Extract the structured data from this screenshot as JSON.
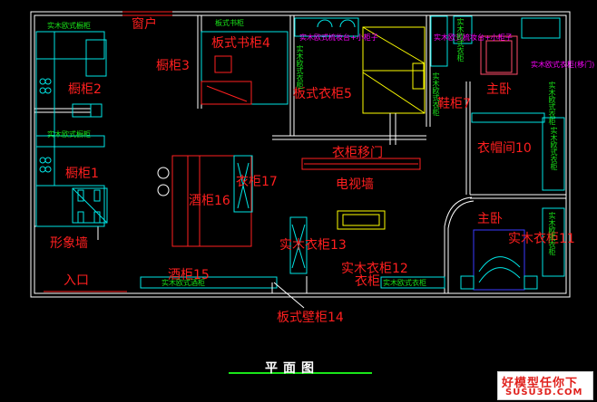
{
  "labels": {
    "window": "窗户",
    "cabinet2": "橱柜2",
    "cabinet3": "橱柜3",
    "cabinet1": "橱柜1",
    "bookcase4": "板式书柜4",
    "wardrobe5": "板式衣柜5",
    "shoe7": "鞋柜7",
    "master1": "主卧",
    "closet10": "衣帽间10",
    "sliding": "衣柜移门",
    "tvwall": "电视墙",
    "wine16": "酒柜16",
    "c17": "衣柜17",
    "master2": "主卧",
    "solid11": "实木衣柜11",
    "image_wall": "形象墙",
    "solid13": "实木衣柜13",
    "solid12": "实木衣柜12",
    "wardrobe_word": "衣柜",
    "entrance": "入口",
    "wine15": "酒柜15",
    "wall14": "板式壁柜14"
  },
  "green_labels": {
    "kitchen_top": "实木欧式橱柜",
    "bookcase_top": "板式书柜",
    "kitchen_mid": "实木欧式橱柜",
    "desk1": "实木欧式梳妆台+小柜子",
    "desk2": "实木欧式梳妆台+小柜子",
    "master_door": "实木欧式衣柜(移门)",
    "bottom1": "实木欧式酒柜",
    "bottom2": "实木欧式衣柜"
  },
  "vertical_green_labels": {
    "v1": "实木欧式衣柜",
    "v2": "实木欧式衣柜",
    "v3": "实木欧式衣柜",
    "v4": "实木欧式衣柜",
    "v5": "实木欧式衣柜",
    "v6": "实木欧式衣柜"
  },
  "title": "平面图",
  "watermark": {
    "line1": "好模型任你下",
    "line2": "SUSU3D.COM"
  },
  "colors": {
    "background": "#000000",
    "wall": "#ffffff",
    "label_red": "#ff1f1f",
    "label_green": "#19e619",
    "furniture_cyan": "#00e5e5",
    "accent_yellow": "#ffff00",
    "accent_magenta": "#ff00ff",
    "accent_blue": "#3a3aff"
  }
}
